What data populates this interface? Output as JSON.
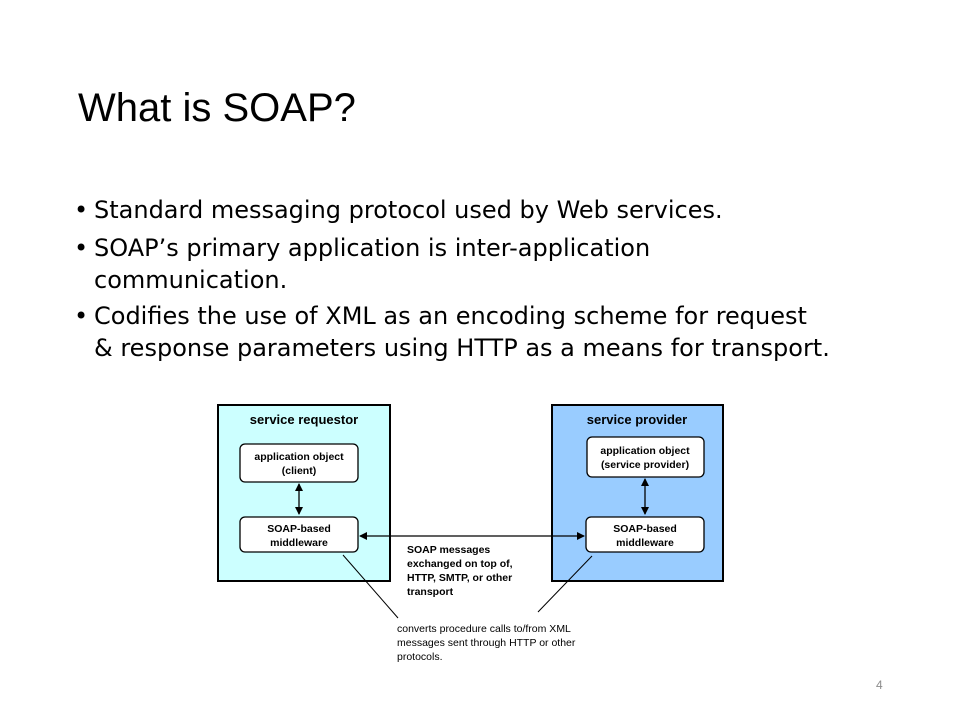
{
  "slide": {
    "title": "What is SOAP?",
    "page_number": "4"
  },
  "bullets": [
    {
      "symbol": "•",
      "lines": [
        "Standard messaging protocol used by Web services."
      ]
    },
    {
      "symbol": "•",
      "lines": [
        "SOAP’s primary application is inter-application",
        "communication."
      ]
    },
    {
      "symbol": "•",
      "lines": [
        "Codifies the use of XML as an encoding scheme for request",
        "& response parameters using HTTP as a means for transport."
      ]
    }
  ],
  "diagram": {
    "requestor": {
      "title": "service requestor",
      "fill": "#ccffff",
      "app_object": [
        "application object",
        "(client)"
      ],
      "middleware": [
        "SOAP-based",
        "middleware"
      ]
    },
    "provider": {
      "title": "service provider",
      "fill": "#99ccff",
      "app_object": [
        "application object",
        "(service provider)"
      ],
      "middleware": [
        "SOAP-based",
        "middleware"
      ]
    },
    "messages_label": [
      "SOAP messages",
      "exchanged on top of,",
      "HTTP, SMTP, or other",
      "transport"
    ],
    "converts_label": [
      "converts procedure calls to/from XML",
      "messages sent through HTTP or other",
      "protocols."
    ]
  }
}
